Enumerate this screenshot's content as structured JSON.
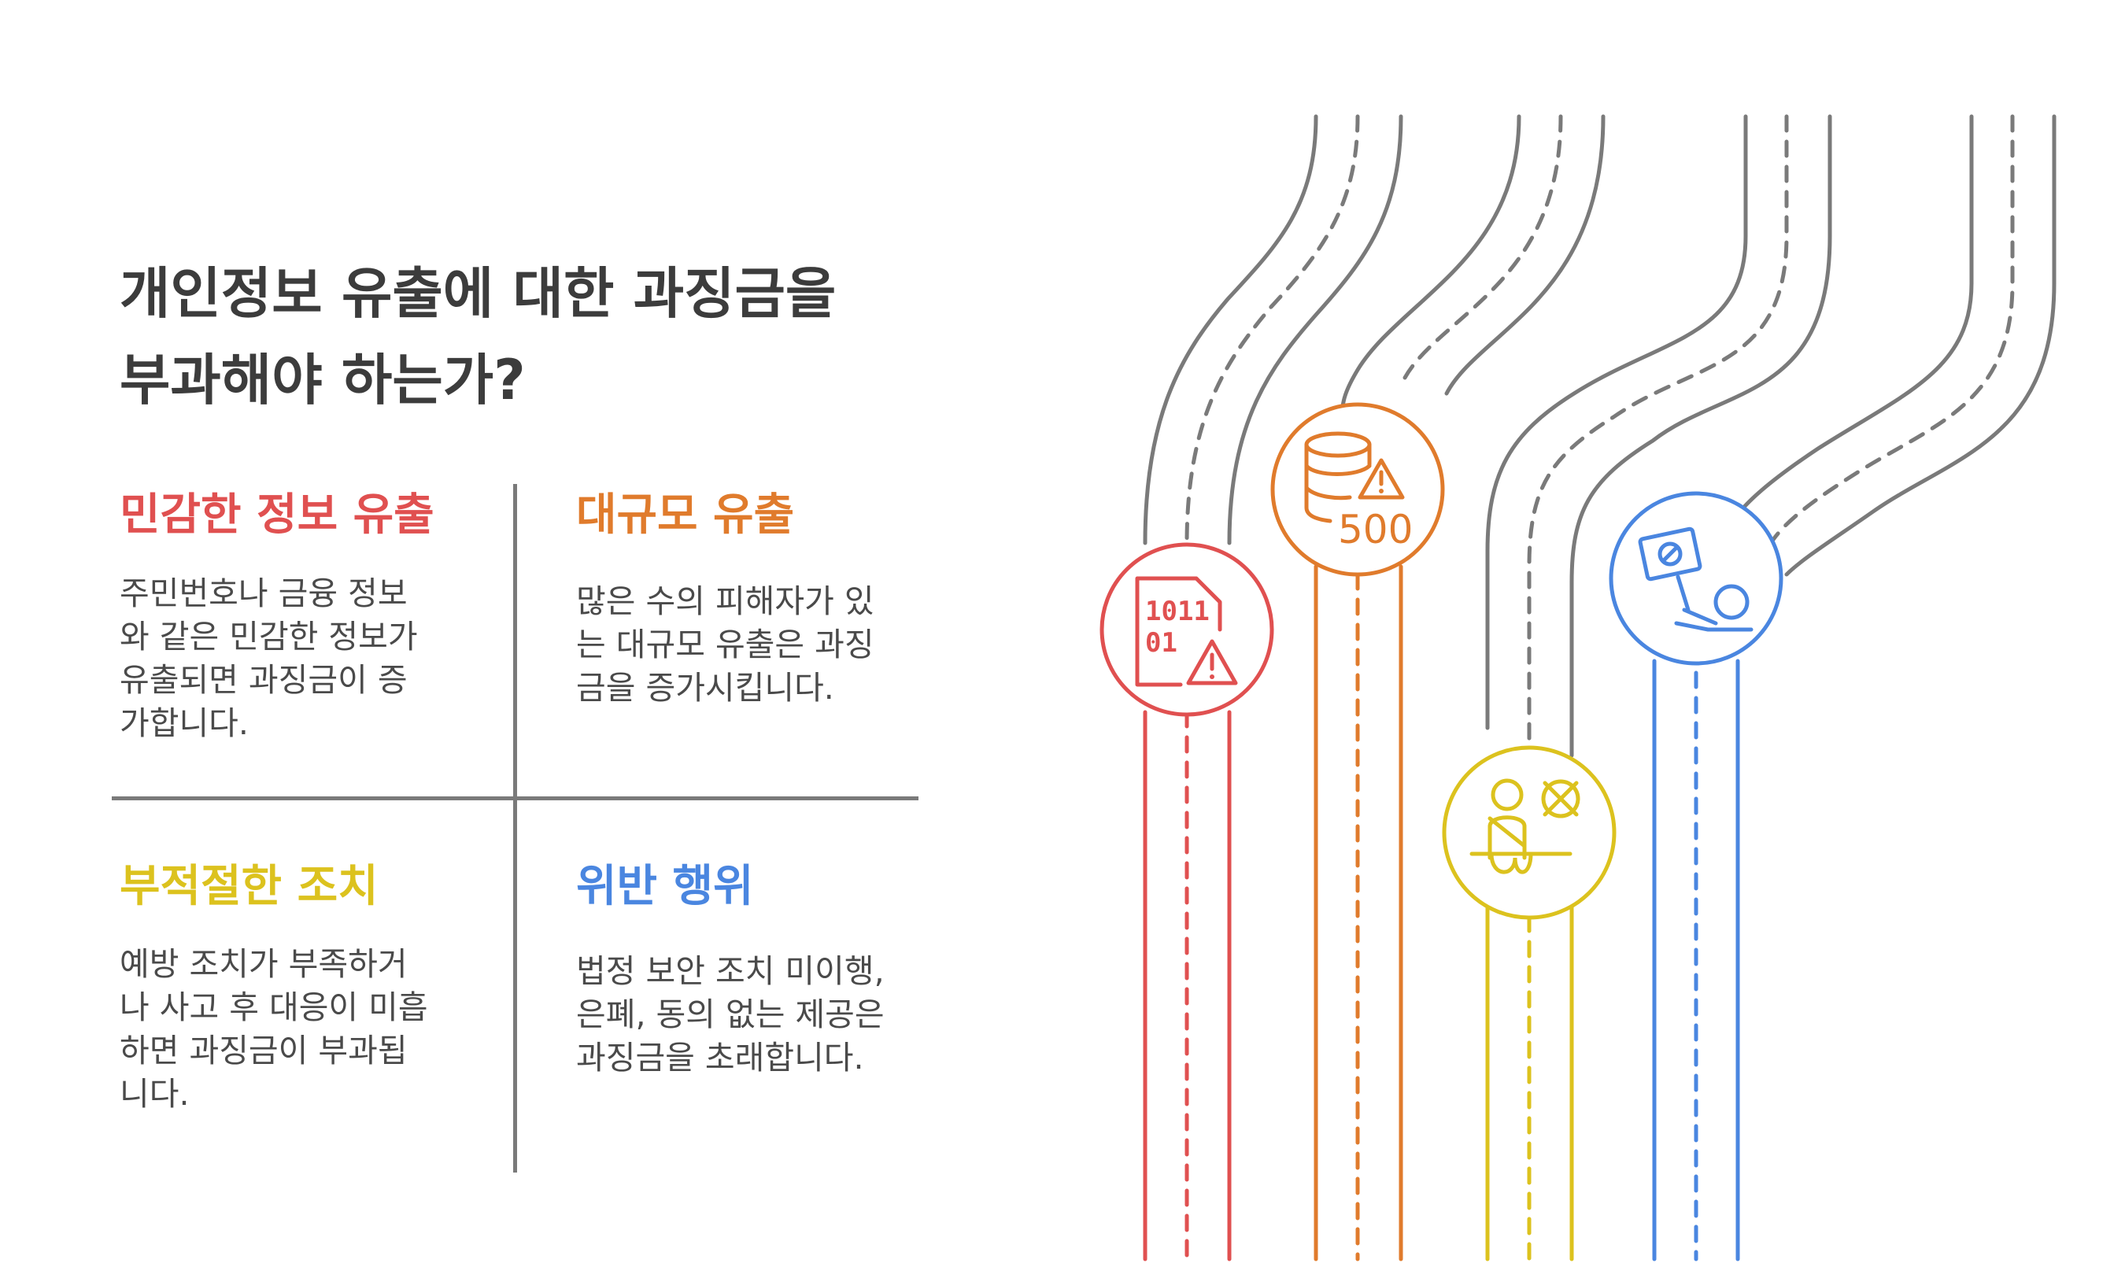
{
  "title": {
    "line1": "개인정보 유출에 대한 과징금을",
    "line2": "부과해야 하는가?"
  },
  "quadrants": [
    {
      "heading": "민감한 정보 유출",
      "color": "#e05050",
      "body": [
        "주민번호나 금융 정보",
        "와 같은 민감한 정보가",
        "유출되면 과징금이 증",
        "가합니다."
      ]
    },
    {
      "heading": "대규모 유출",
      "color": "#e07b2c",
      "body": [
        "많은 수의 피해자가 있",
        "는 대규모 유출은 과징",
        "금을 증가시킵니다."
      ]
    },
    {
      "heading": "부적절한 조치",
      "color": "#dcc21e",
      "body": [
        "예방 조치가 부족하거",
        "나 사고 후 대응이 미흡",
        "하면 과징금이 부과됩",
        "니다."
      ]
    },
    {
      "heading": "위반 행위",
      "color": "#4a86e0",
      "body": [
        "법정 보안 조치 미이행,",
        "은폐, 동의 없는 제공은",
        "과징금을 초래합니다."
      ]
    }
  ],
  "roads": [
    {
      "icon": "data-breach-file-icon",
      "color": "#e05050",
      "glyph_text": [
        "1011",
        "01"
      ]
    },
    {
      "icon": "database-warning-icon",
      "color": "#e07b2c",
      "glyph_text": [
        "500"
      ]
    },
    {
      "icon": "unsafe-seatbelt-icon",
      "color": "#dcc21e",
      "glyph_text": []
    },
    {
      "icon": "violation-sign-icon",
      "color": "#4a86e0",
      "glyph_text": []
    }
  ],
  "road_gray": "#7a7a7a"
}
